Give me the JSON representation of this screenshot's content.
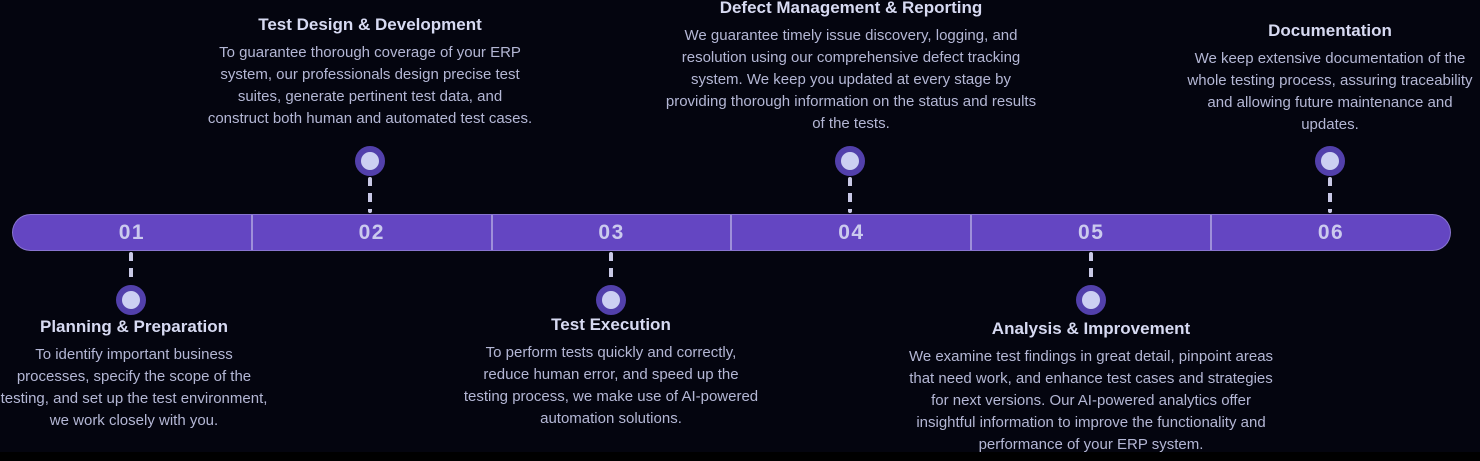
{
  "colors": {
    "background": "#04050f",
    "bar": "#6446c2",
    "bar_divider": "#d0ceee",
    "number_text": "#cbcaee",
    "circle_ring": "#5240ab",
    "circle_fill": "#ccd0f2",
    "dashed_connector": "#c9c9e6",
    "heading_text": "#d7daf2",
    "body_text": "#b4b7d5",
    "bottom_strip": "#000000"
  },
  "stages": [
    {
      "number": "01",
      "title": "Planning & Preparation",
      "position": "below",
      "description": "To identify important business\nprocesses, specify the scope of the\ntesting, and set up the test environment,\nwe work closely with you."
    },
    {
      "number": "02",
      "title": "Test Design & Development",
      "position": "above",
      "description": "To guarantee thorough coverage of your ERP\nsystem, our professionals design precise test\nsuites, generate pertinent test data, and\nconstruct both human and automated test cases."
    },
    {
      "number": "03",
      "title": "Test Execution",
      "position": "below",
      "description": "To perform tests quickly and correctly,\nreduce human error, and speed up the\ntesting process, we make use of AI-powered\nautomation solutions."
    },
    {
      "number": "04",
      "title": "Defect Management & Reporting",
      "position": "above",
      "description": "We guarantee timely issue discovery, logging, and\nresolution using our comprehensive defect tracking\nsystem. We keep you updated at every stage by\nproviding thorough information on the status and results\nof the tests."
    },
    {
      "number": "05",
      "title": "Analysis & Improvement",
      "position": "below",
      "description": "We examine test findings in great detail, pinpoint areas\nthat need work, and enhance test cases and strategies\nfor next versions. Our AI-powered analytics offer\ninsightful information to improve the functionality and\nperformance of your ERP system."
    },
    {
      "number": "06",
      "title": "Documentation",
      "position": "above",
      "description": "We keep extensive documentation of the\nwhole testing process, assuring traceability\nand allowing future maintenance and\nupdates."
    }
  ]
}
